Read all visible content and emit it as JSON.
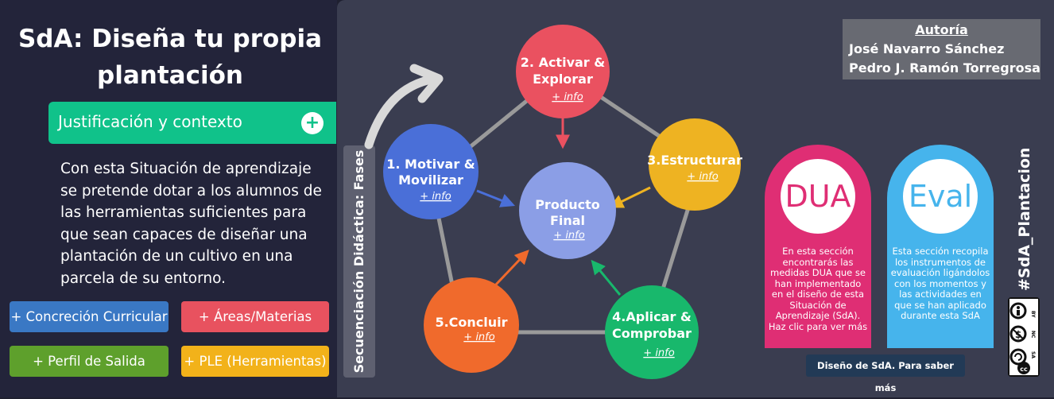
{
  "title": "SdA: Diseña tu propia plantación",
  "justification": {
    "label": "Justificación y contexto",
    "plus": "+"
  },
  "description": "Con esta Situación de aprendizaje se pretende dotar a los alumnos de las herramientas suficientes para que sean capaces de diseñar una plantación de un cultivo en una parcela de su entorno.",
  "buttons": {
    "concrecion": "+ Concreción Curricular",
    "areas": "+ Áreas/Materias",
    "perfil": "+ Perfil de Salida",
    "ple": "+ PLE (Herramientas)"
  },
  "phases_label": "Secuenciación Didáctica: Fases",
  "nodes": {
    "activar": {
      "title_1": "2. Activar &",
      "title_2": "Explorar",
      "info": "+ info"
    },
    "motivar": {
      "title_1": "1. Motivar &",
      "title_2": "Movilizar",
      "info": "+ info"
    },
    "estructurar": {
      "title_1": "3.Estructurar",
      "info": "+ info"
    },
    "aplicar": {
      "title_1": "4.Aplicar &",
      "title_2": "Comprobar",
      "info": "+ info"
    },
    "concluir": {
      "title_1": "5.Concluir",
      "info": "+ info"
    },
    "producto": {
      "title_1": "Producto",
      "title_2": "Final",
      "info": "+ info"
    }
  },
  "authorship": {
    "heading": "Autoría",
    "author1": "José Navarro Sánchez",
    "author2": "Pedro J. Ramón Torregrosa"
  },
  "dua": {
    "label": "DUA",
    "text": "En esta sección encontrarás las medidas DUA que se han implementado en el diseño de esta Situación de Aprendizaje (SdA). Haz clic para ver más"
  },
  "eval": {
    "label": "Eval",
    "text": "Esta sección recopila los instrumentos de evaluación ligándolos con los momentos y las actividades en que se han aplicado durante esta SdA"
  },
  "more_info": "Diseño de SdA. Para saber más",
  "hashtag": "#SdA_Plantacion",
  "license": {
    "by": "BY",
    "nc": "NC",
    "sa": "SA"
  },
  "colors": {
    "activar": "#ea5160",
    "motivar": "#4a6fd8",
    "estructurar": "#eeb322",
    "aplicar": "#18b86c",
    "concluir": "#f06a2c",
    "producto": "#8b9ee6"
  }
}
